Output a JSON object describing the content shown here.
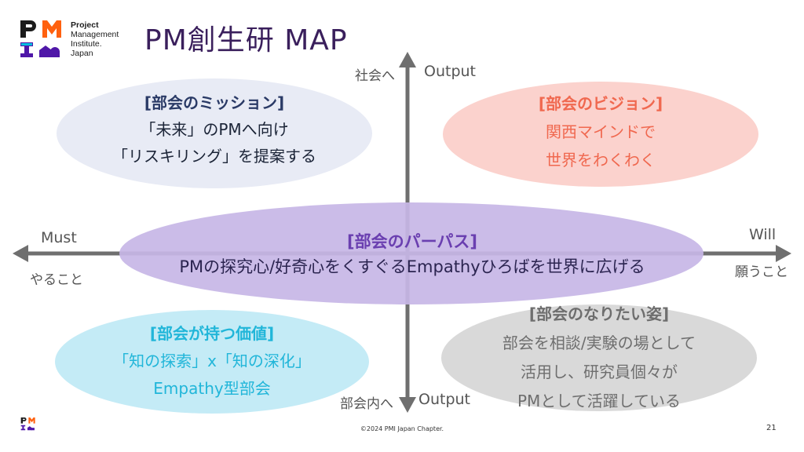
{
  "logo": {
    "lines": [
      "Project",
      "Management",
      "Institute.",
      "Japan"
    ]
  },
  "title": "PM創生研 MAP",
  "axes": {
    "top_label": "社会へ",
    "top_output": "Output",
    "bottom_label": "部会内へ",
    "bottom_output": "Output",
    "left_label": "Must",
    "left_sub": "やること",
    "right_label": "Will",
    "right_sub": "願うこと"
  },
  "mission": {
    "heading": "[部会のミッション]",
    "lines": [
      "「未来」のPMへ向け",
      "「リスキリング」を提案する"
    ]
  },
  "vision": {
    "heading": "[部会のビジョン]",
    "lines": [
      "関西マインドで",
      "世界をわくわく"
    ]
  },
  "purpose": {
    "heading": "[部会のパーパス]",
    "body": "PMの探究心/好奇心をくすぐるEmpathyひろばを世界に広げる"
  },
  "value": {
    "heading": "[部会が持つ価値]",
    "lines": [
      "「知の探索」x「知の深化」",
      "Empathy型部会"
    ]
  },
  "ideal": {
    "heading": "[部会のなりたい姿]",
    "lines": [
      "部会を相談/実験の場として",
      "活用し、研究員個々が",
      "PMとして活躍している"
    ]
  },
  "colors": {
    "mission_bg": "#e8ebf5",
    "vision_bg": "#fbd2cd",
    "purpose_bg": "#c7b6e6",
    "value_bg": "#c4ebf6",
    "ideal_bg": "#d9d9d9",
    "axis": "#6f6f6f"
  },
  "footer": "©2024 PMI Japan Chapter.",
  "page_number": "21"
}
